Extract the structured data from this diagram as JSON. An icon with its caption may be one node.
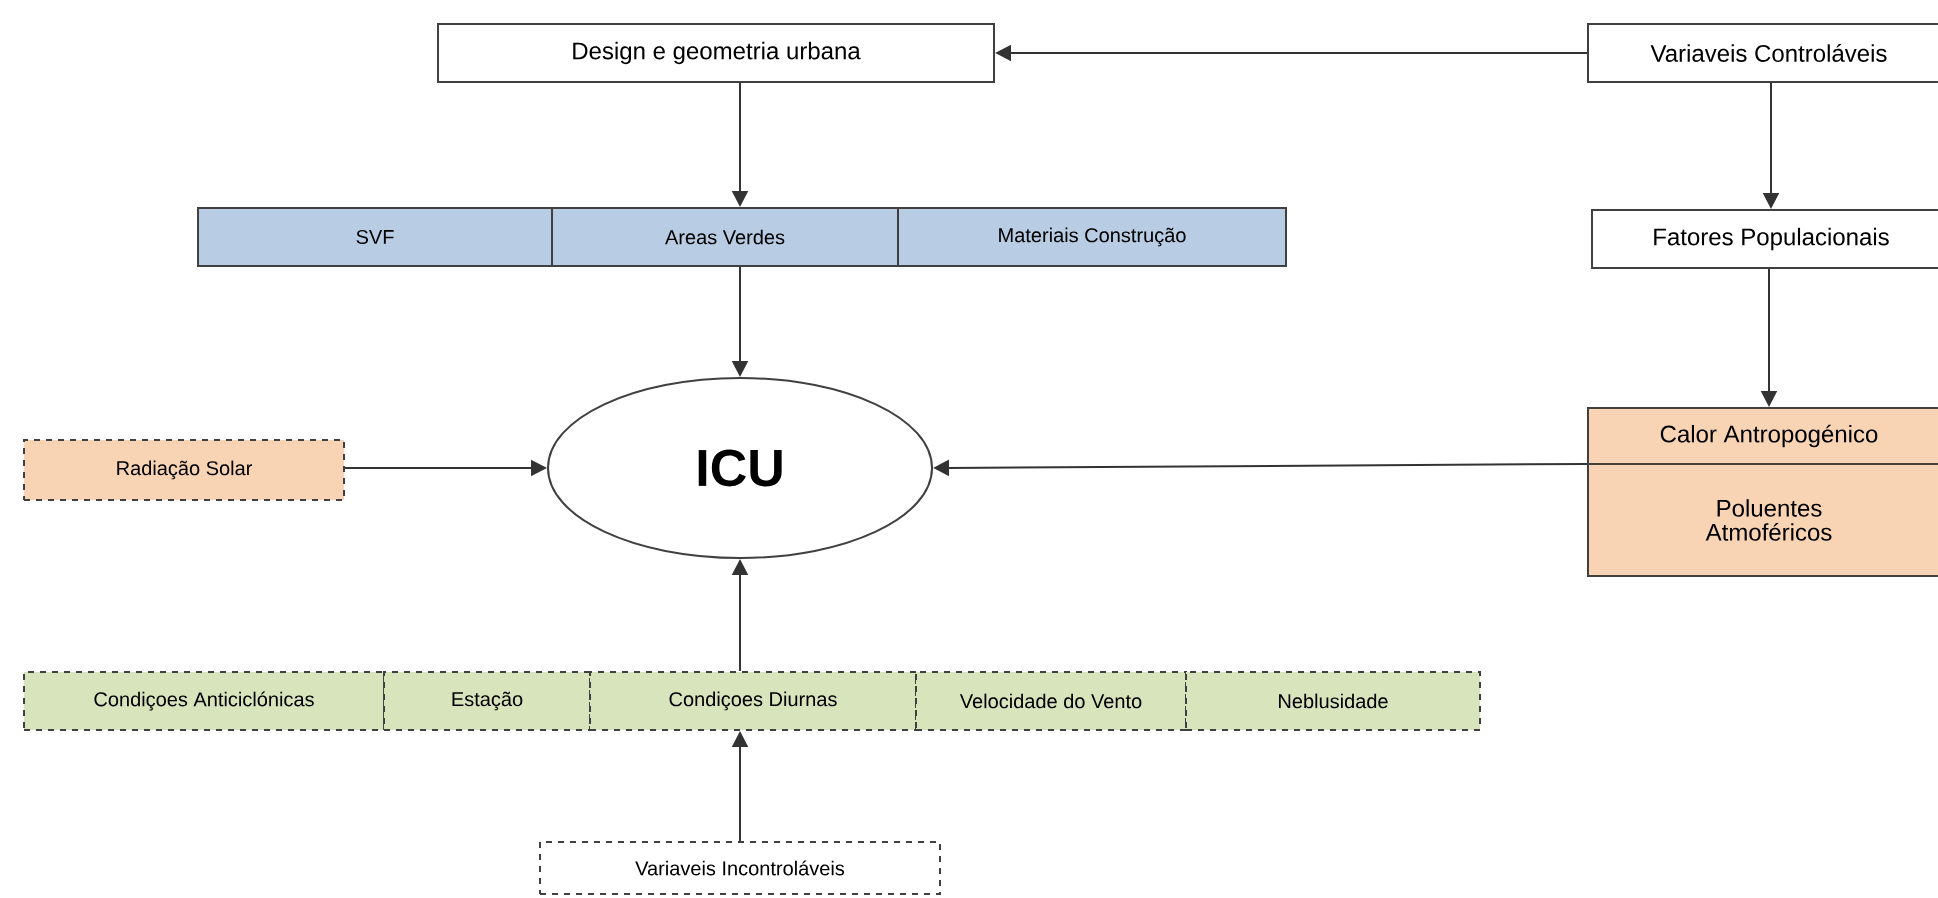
{
  "diagram": {
    "nodes": [
      {
        "text": [
          "Design e geometria urbana"
        ]
      },
      {
        "text": [
          "Variaveis Controláveis"
        ]
      },
      {
        "text": [
          "SVF"
        ]
      },
      {
        "text": [
          "Areas Verdes"
        ]
      },
      {
        "text": [
          "Materiais Construção"
        ]
      },
      {
        "text": [
          "Fatores Populacionais"
        ]
      },
      {
        "text": [
          "Radiação Solar"
        ]
      },
      {
        "text": [
          "ICU"
        ]
      },
      {
        "text": [
          "Calor Antropogénico"
        ]
      },
      {
        "text": [
          "Poluentes Atmoféricos"
        ]
      },
      {
        "text": [
          "Condiçoes Anticiclónicas"
        ]
      },
      {
        "text": [
          "Estação"
        ]
      },
      {
        "text": [
          "Condiçoes Diurnas"
        ]
      },
      {
        "text": [
          "Velocidade do Vento"
        ]
      },
      {
        "text": [
          "Neblusidade"
        ]
      },
      {
        "text": [
          "Variaveis Incontroláveis"
        ]
      }
    ],
    "edges": [
      {
        "from": 1,
        "to": 0,
        "arrow": "to"
      },
      {
        "from": 0,
        "to": 3,
        "arrow": "to"
      },
      {
        "from": 3,
        "to": 7,
        "arrow": "to"
      },
      {
        "from": 1,
        "to": 5,
        "arrow": "to"
      },
      {
        "from": 5,
        "to": 8,
        "arrow": "to"
      },
      {
        "from": 8,
        "to": 7,
        "arrow": "to"
      },
      {
        "from": 6,
        "to": 7,
        "arrow": "to"
      },
      {
        "from": 12,
        "to": 7,
        "arrow": "to"
      },
      {
        "from": 15,
        "to": 12,
        "arrow": "to"
      }
    ]
  }
}
